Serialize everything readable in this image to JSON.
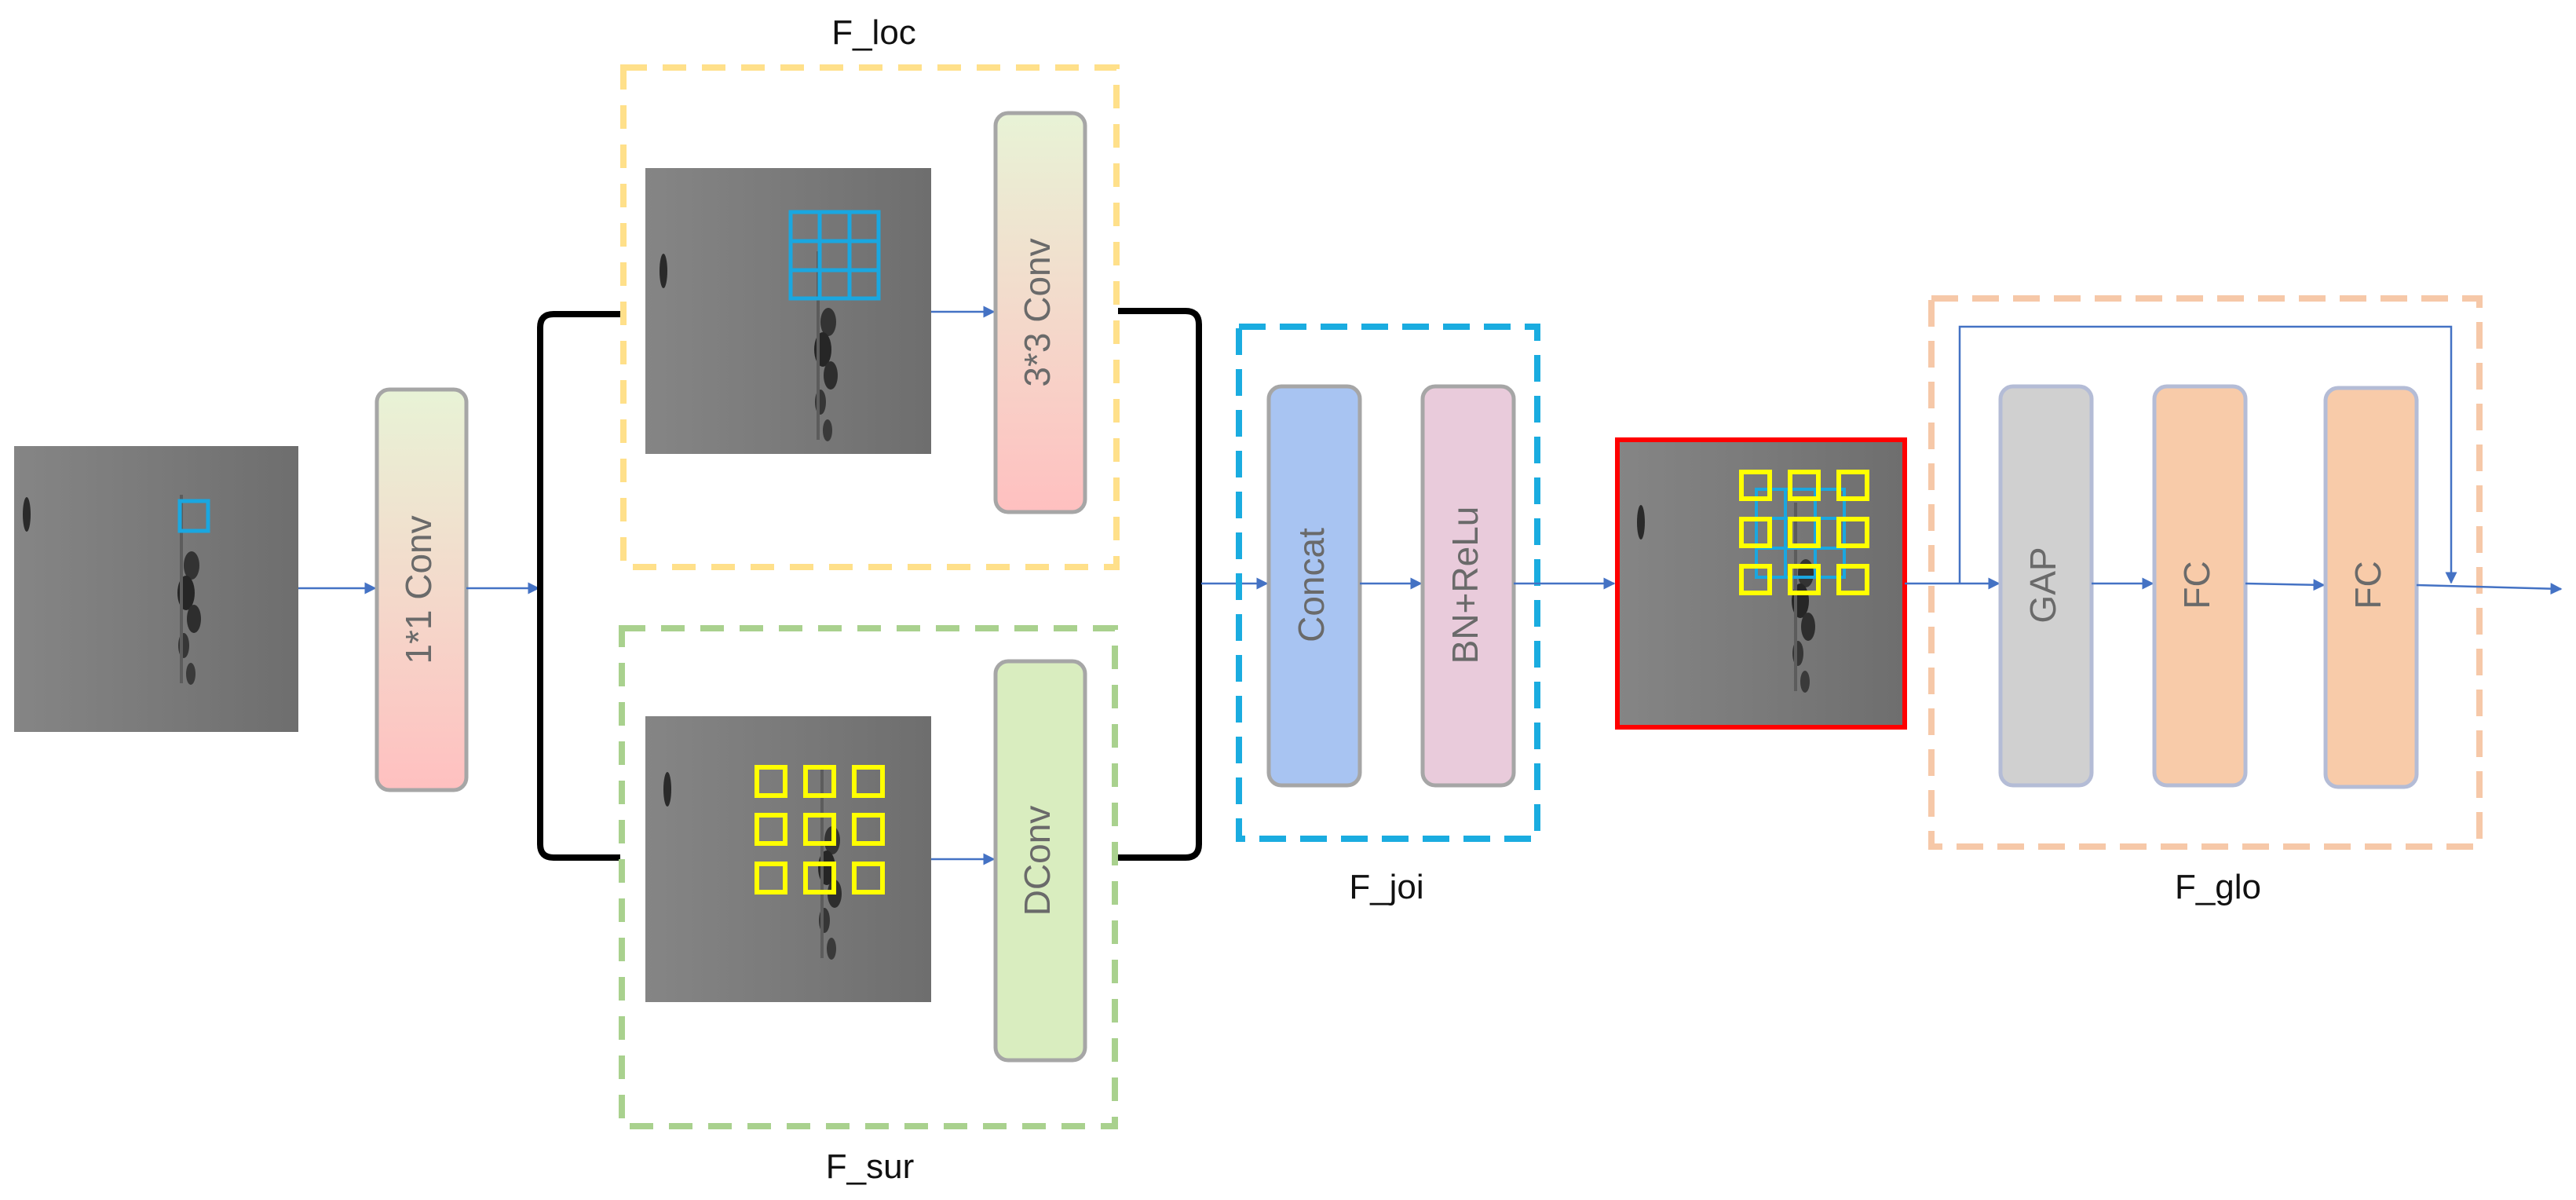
{
  "groups": {
    "loc": "F_loc",
    "sur": "F_sur",
    "joi": "F_joi",
    "glo": "F_glo"
  },
  "blocks": {
    "conv1x1": "1*1 Conv",
    "conv3x3": "3*3 Conv",
    "dconv": "DConv",
    "concat": "Concat",
    "bnrelu": "BN+ReLu",
    "gap": "GAP",
    "fc1": "FC",
    "fc2": "FC"
  },
  "colors": {
    "arrow": "#4472c4",
    "loc_border": "#ffe08a",
    "sur_border": "#a9d18e",
    "joi_border": "#1aace0",
    "glo_border": "#f6c8a8",
    "output_border": "#ff0000",
    "local_window": "#1aa7e0",
    "dilated_window": "#ffff00"
  }
}
